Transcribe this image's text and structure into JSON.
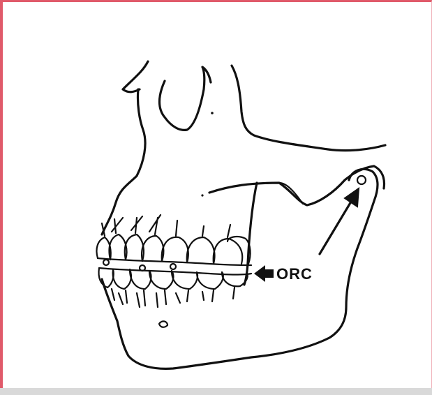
{
  "figure": {
    "label_text": "ORC",
    "colors": {
      "frame_border": "#e05a6a",
      "line": "#111111",
      "background": "#ffffff"
    },
    "icons": [
      "jaw-skull-outline",
      "arrow-icon",
      "condyle-circle"
    ]
  }
}
